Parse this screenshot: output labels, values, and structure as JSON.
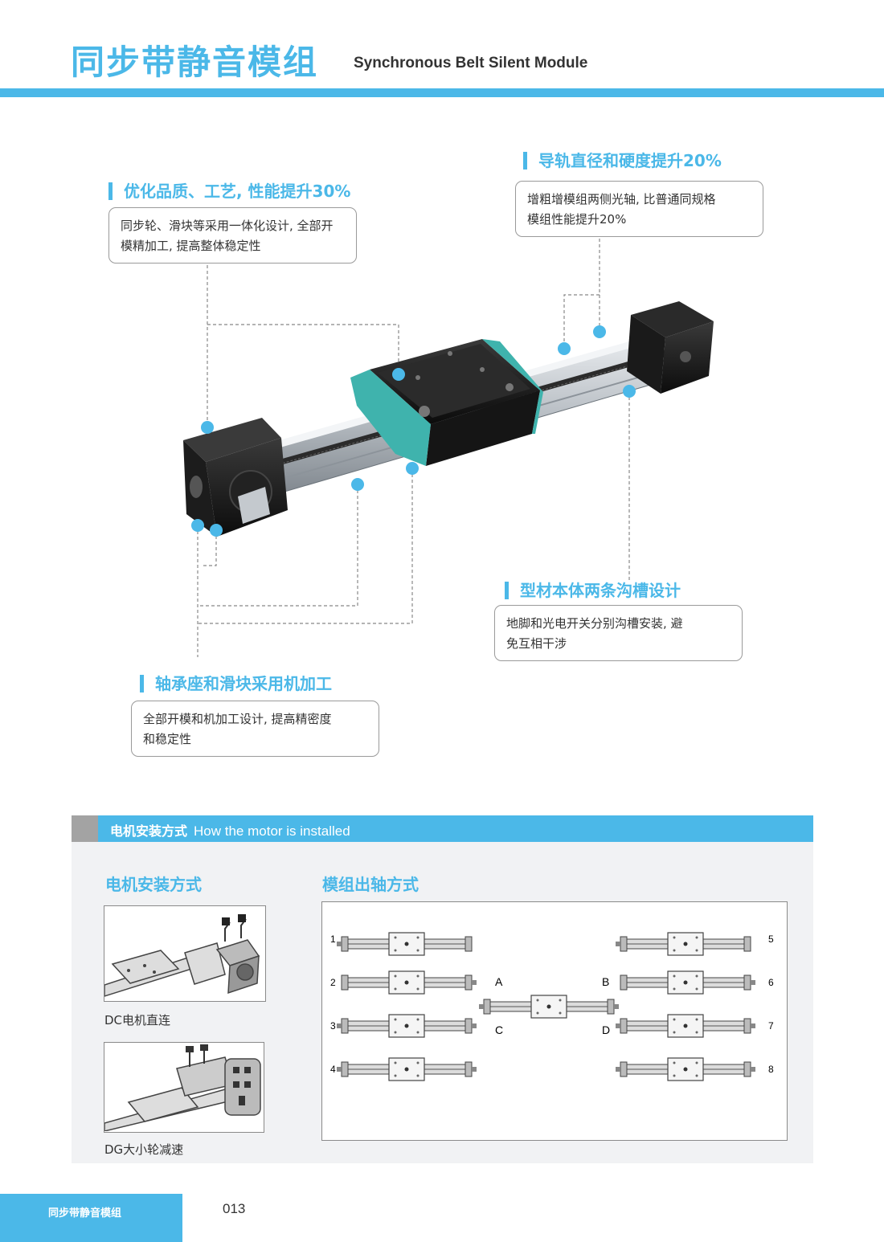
{
  "header": {
    "title": "同步带静音模组",
    "subtitle": "Synchronous Belt Silent Module"
  },
  "features": [
    {
      "title": "优化品质、工艺, 性能提升30%",
      "lines": [
        "同步轮、滑块等采用一体化设计, 全部开",
        "模精加工, 提高整体稳定性"
      ]
    },
    {
      "title": "导轨直径和硬度提升20%",
      "lines": [
        "增粗增模组两侧光轴, 比普通同规格",
        "模组性能提升20%"
      ]
    },
    {
      "title": "型材本体两条沟槽设计",
      "lines": [
        "地脚和光电开关分别沟槽安装, 避",
        "免互相干涉"
      ]
    },
    {
      "title": "轴承座和滑块采用机加工",
      "lines": [
        "全部开模和机加工设计, 提高精密度",
        "和稳定性"
      ]
    }
  ],
  "section": {
    "label_cn": "电机安装方式",
    "label_en": "How the motor is installed"
  },
  "motor_install": {
    "title": "电机安装方式",
    "options": [
      {
        "caption": "DC电机直连"
      },
      {
        "caption": "DG大小轮减速"
      }
    ]
  },
  "output_shaft": {
    "title": "模组出轴方式",
    "left_numbers": [
      "1",
      "2",
      "3",
      "4"
    ],
    "right_numbers": [
      "5",
      "6",
      "7",
      "8"
    ],
    "center_labels": {
      "a": "A",
      "b": "B",
      "c": "C",
      "d": "D"
    }
  },
  "footer": {
    "label": "同步带静音模组",
    "page_number": "013"
  },
  "colors": {
    "accent": "#4bb8e8",
    "carriage_teal": "#3fb3ad",
    "panel_bg": "#f1f2f4"
  }
}
